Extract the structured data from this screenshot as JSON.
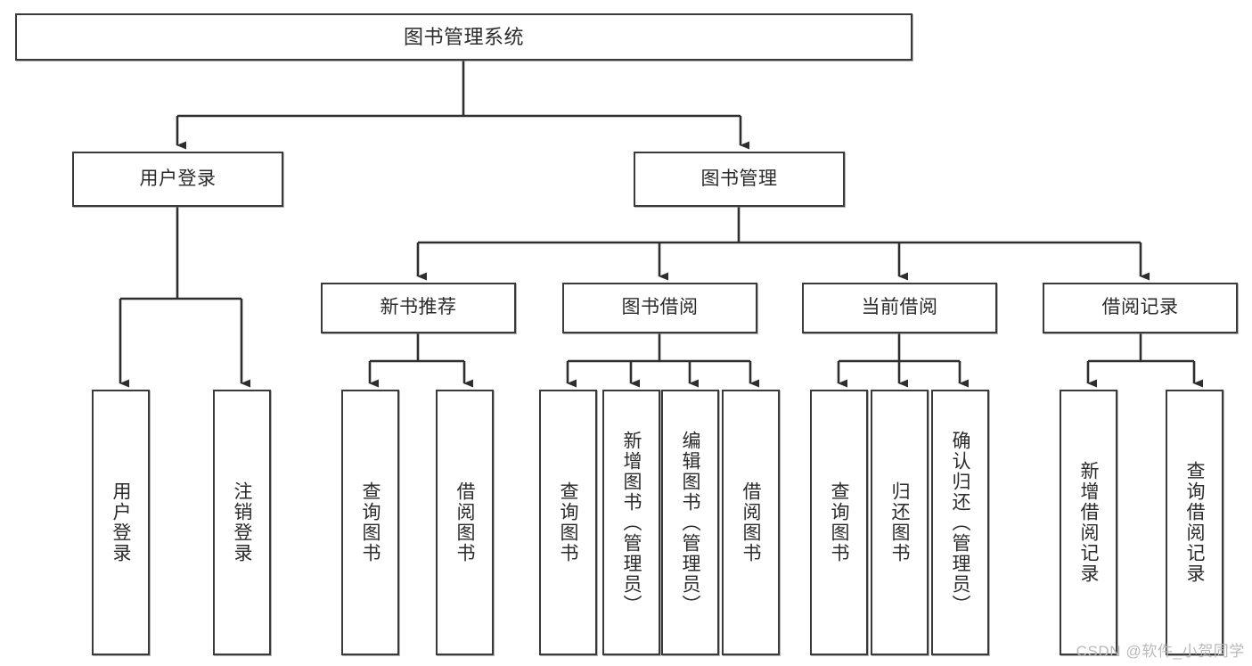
{
  "diagram": {
    "title": "图书管理系统",
    "type": "tree-hierarchy",
    "watermark": "CSDN @软件_小贺同学",
    "levels": {
      "root": {
        "label": "图书管理系统"
      },
      "level2": [
        {
          "label": "用户登录"
        },
        {
          "label": "图书管理"
        }
      ],
      "level3": [
        {
          "label": "新书推荐"
        },
        {
          "label": "图书借阅"
        },
        {
          "label": "当前借阅"
        },
        {
          "label": "借阅记录"
        }
      ],
      "leaves": {
        "user_login": [
          {
            "label": "用户登录"
          },
          {
            "label": "注销登录"
          }
        ],
        "new_book_recommend": [
          {
            "label": "查询图书"
          },
          {
            "label": "借阅图书"
          }
        ],
        "book_borrow": [
          {
            "label": "查询图书"
          },
          {
            "label": "新增图书（管理员）"
          },
          {
            "label": "编辑图书（管理员）"
          },
          {
            "label": "借阅图书"
          }
        ],
        "current_borrow": [
          {
            "label": "查询图书"
          },
          {
            "label": "归还图书"
          },
          {
            "label": "确认归还（管理员）"
          }
        ],
        "borrow_record": [
          {
            "label": "新增借阅记录"
          },
          {
            "label": "查询借阅记录"
          }
        ]
      }
    },
    "colors": {
      "border": "#3a3a3a",
      "fill": "#ffffff",
      "text": "#2b2b2b",
      "connector": "#2e2e2e",
      "watermark": "#b9b9b9"
    }
  }
}
